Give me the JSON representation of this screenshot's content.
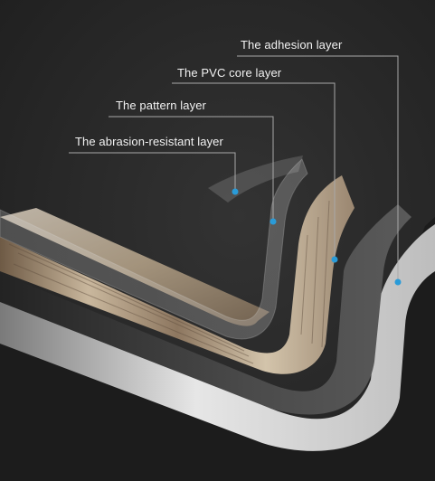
{
  "diagram": {
    "colors": {
      "background": "#2a2a2a",
      "leader_line": "#a8a8a8",
      "marker": "#2a9bd8",
      "label_text": "#f2f2f2"
    },
    "layers": [
      {
        "id": "adhesion",
        "label": "The adhesion layer"
      },
      {
        "id": "pvc-core",
        "label": "The PVC core layer"
      },
      {
        "id": "pattern",
        "label": "The pattern layer"
      },
      {
        "id": "abrasion",
        "label": "The abrasion-resistant layer"
      }
    ]
  }
}
